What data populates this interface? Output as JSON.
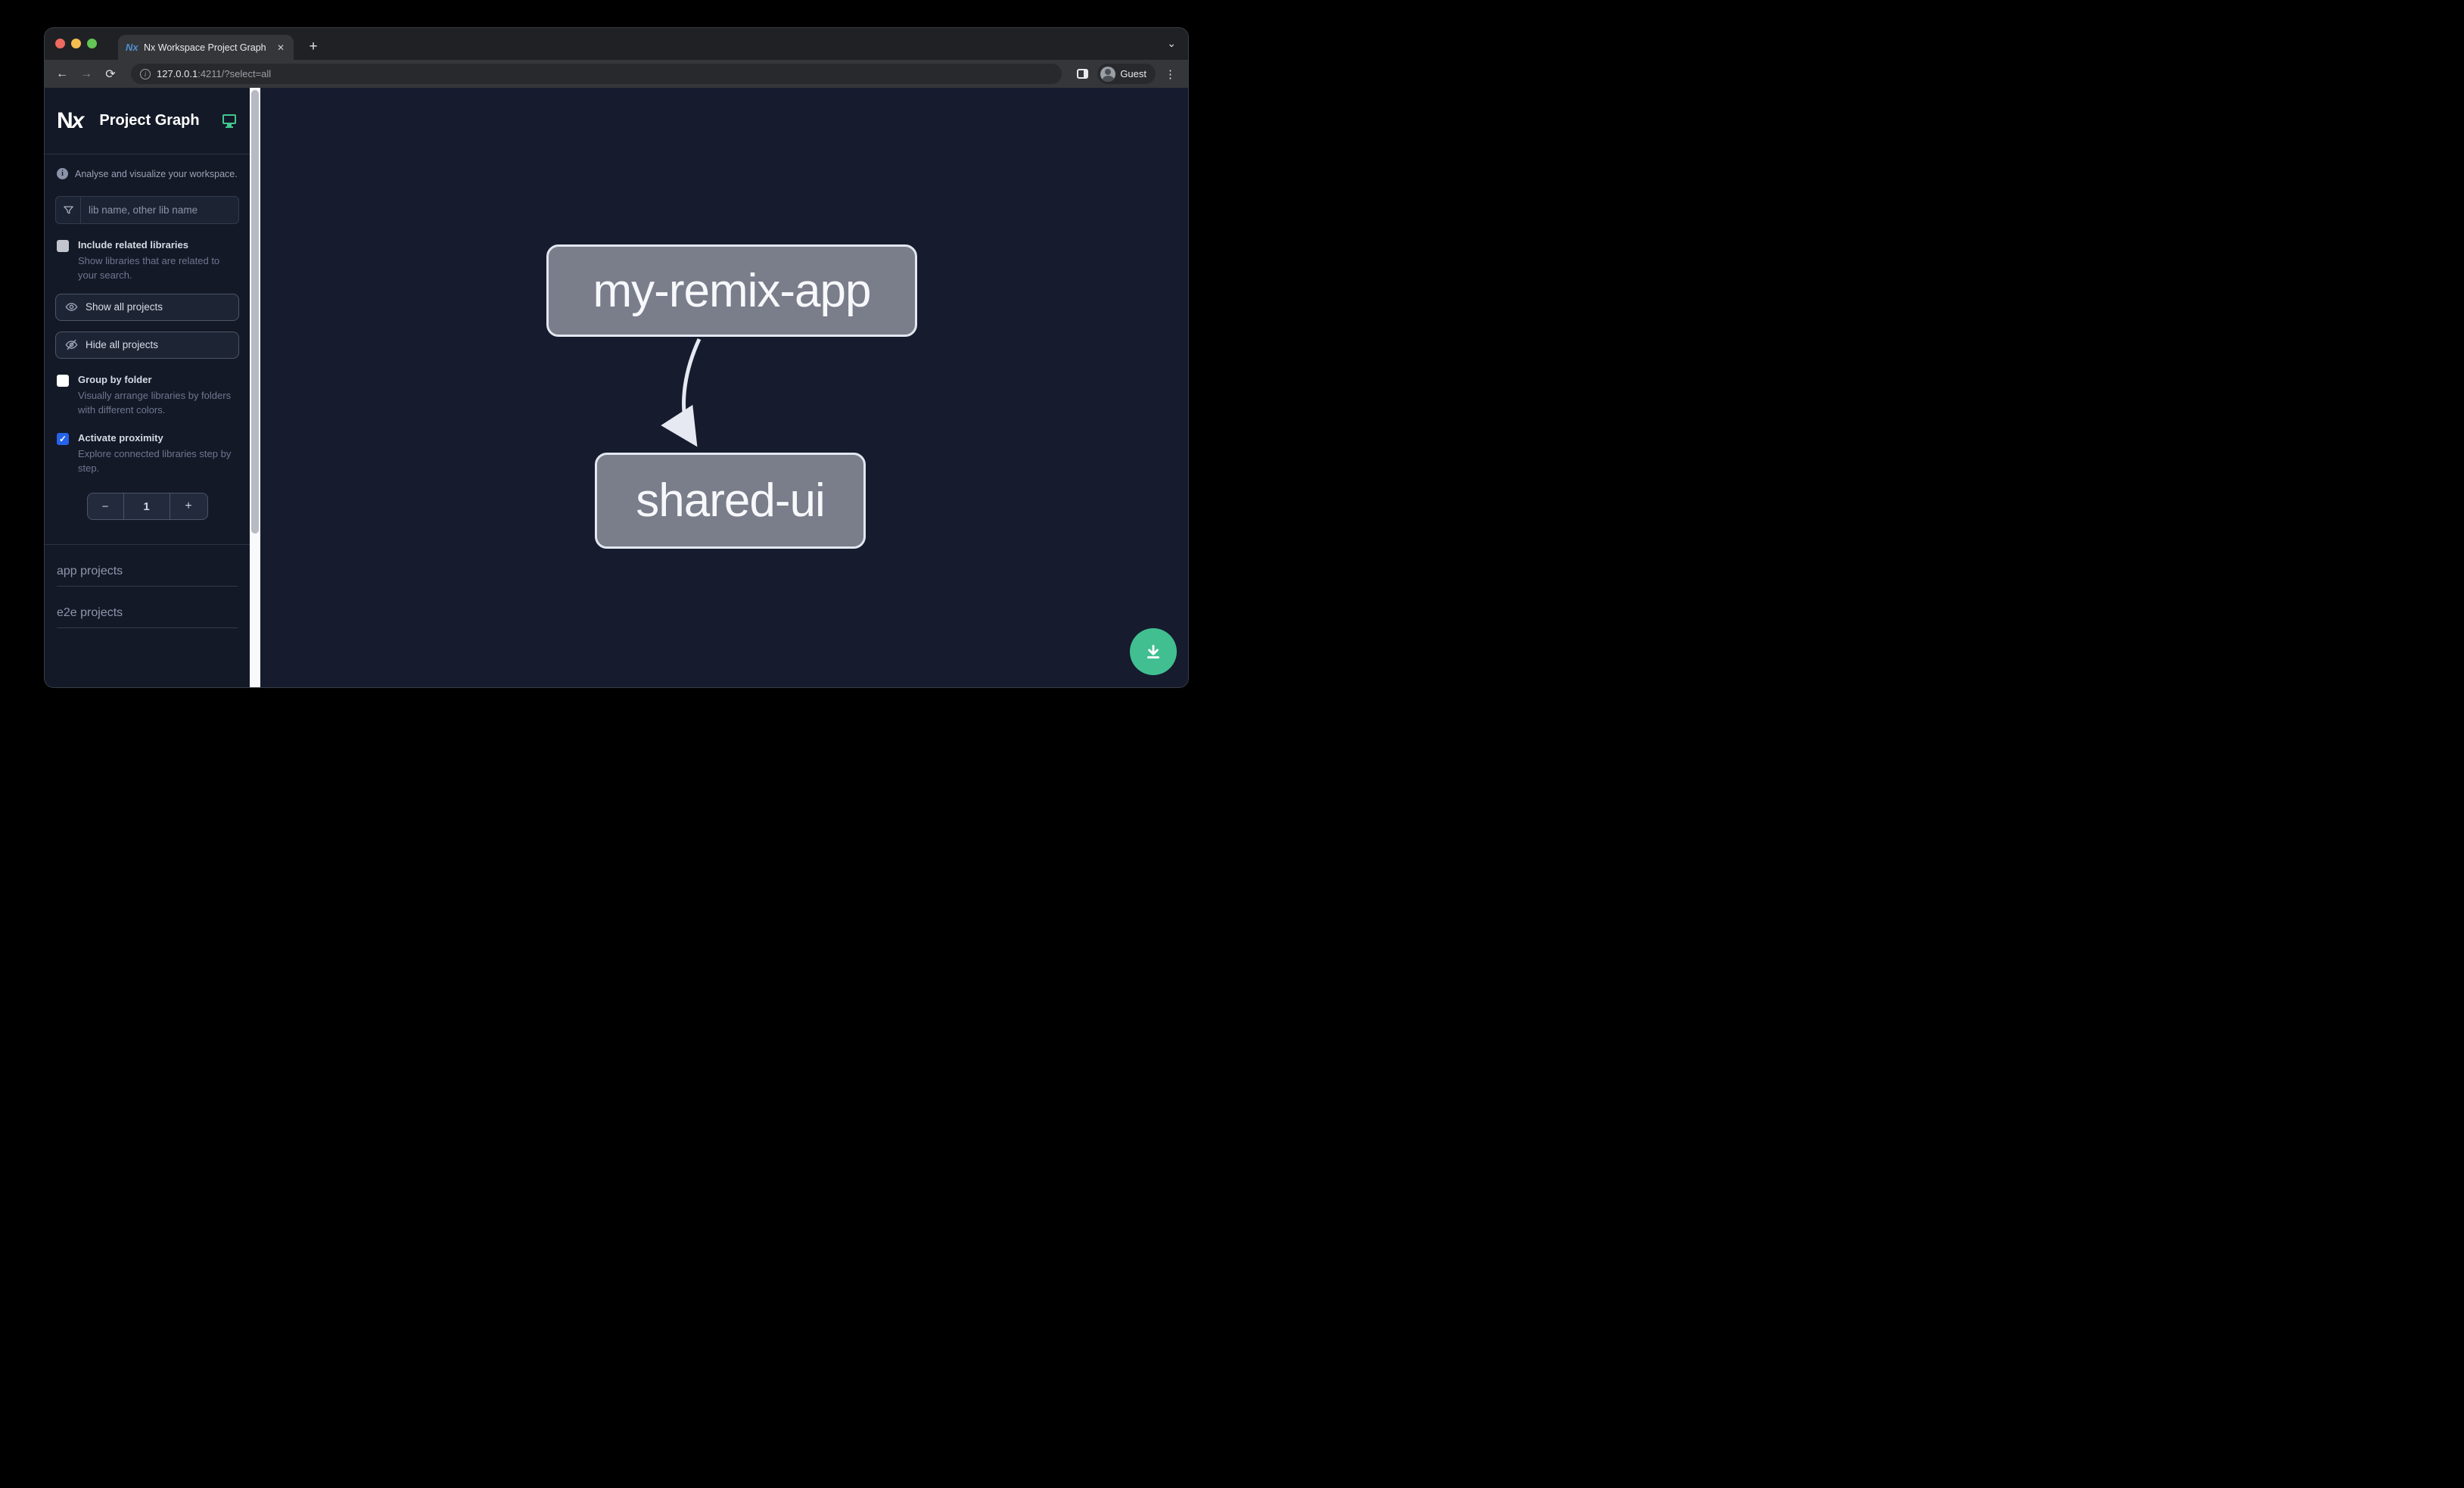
{
  "window": {
    "tab": {
      "favicon_text": "Nx",
      "title": "Nx Workspace Project Graph",
      "close_icon": "✕",
      "new_tab_icon": "+",
      "chevron_icon": "⌄"
    },
    "traffic_lights": {
      "close": "#ed6a5e",
      "minimize": "#f5bf4f",
      "zoom": "#62c554"
    },
    "toolbar": {
      "back_icon": "←",
      "forward_icon": "→",
      "reload_icon": "⟳",
      "url_host": "127.0.0.1",
      "url_rest": ":4211/?select=all",
      "profile_label": "Guest",
      "menu_icon": "⋮"
    }
  },
  "sidebar": {
    "logo_text": "Nx",
    "title": "Project Graph",
    "tagline": "Analyse and visualize your workspace.",
    "info_glyph": "i",
    "search": {
      "placeholder": "lib name, other lib name"
    },
    "checks": [
      {
        "label": "Include related libraries",
        "desc": "Show libraries that are related to your search.",
        "checked": false
      },
      {
        "label": "Group by folder",
        "desc": "Visually arrange libraries by folders with different colors.",
        "checked": false
      },
      {
        "label": "Activate proximity",
        "desc": "Explore connected libraries step by step.",
        "checked": true
      }
    ],
    "check_mark": "✓",
    "buttons": [
      {
        "label": "Show all projects",
        "icon": "eye"
      },
      {
        "label": "Hide all projects",
        "icon": "eye-off"
      }
    ],
    "stepper": {
      "minus": "−",
      "value": "1",
      "plus": "+"
    },
    "sections": [
      {
        "label": "app projects"
      },
      {
        "label": "e2e projects"
      }
    ]
  },
  "graph": {
    "nodes": [
      {
        "label": "my-remix-app"
      },
      {
        "label": "shared-ui"
      }
    ],
    "edges": [
      {
        "from": "my-remix-app",
        "to": "shared-ui"
      }
    ]
  },
  "colors": {
    "accent_blue": "#2563eb",
    "teal": "#41c790",
    "node_fill": "#7a7d8a",
    "node_border": "#e3e7f0",
    "graph_bg": "#161b2e",
    "sidebar_bg": "#141927"
  }
}
